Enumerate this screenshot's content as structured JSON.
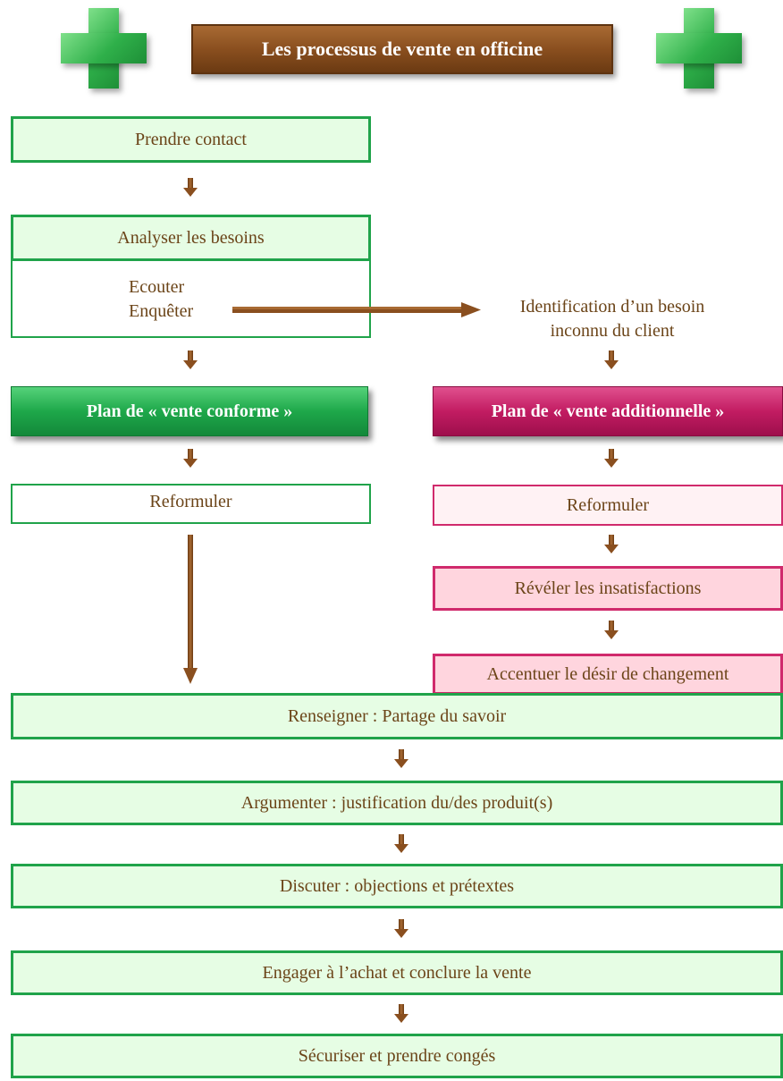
{
  "title": "Les processus de vente en officine",
  "icons": {
    "left": "pharmacy-cross-icon",
    "right": "pharmacy-cross-icon"
  },
  "colors": {
    "green_border": "#20a34a",
    "green_fill": "#e6fde4",
    "pink_border": "#d02a6c",
    "pink_fill": "#ffd5de",
    "brown": "#8a4f1f",
    "text": "#6b4418"
  },
  "steps": {
    "prendre_contact": "Prendre contact",
    "analyser": "Analyser les besoins",
    "ecouter": "Ecouter",
    "enqueter": "Enquêter",
    "identification_line1": "Identification d’un besoin",
    "identification_line2": "inconnu du client",
    "plan_conforme": "Plan de « vente conforme »",
    "plan_additionnelle": "Plan de « vente additionnelle »",
    "reformuler_left": "Reformuler",
    "reformuler_right": "Reformuler",
    "reveler": "Révéler les insatisfactions",
    "accentuer": "Accentuer le désir de changement",
    "renseigner": "Renseigner : Partage du savoir",
    "argumenter": "Argumenter : justification du/des produit(s)",
    "discuter": "Discuter : objections et prétextes",
    "engager": "Engager à l’achat et conclure la vente",
    "securiser": "Sécuriser et prendre congés"
  }
}
